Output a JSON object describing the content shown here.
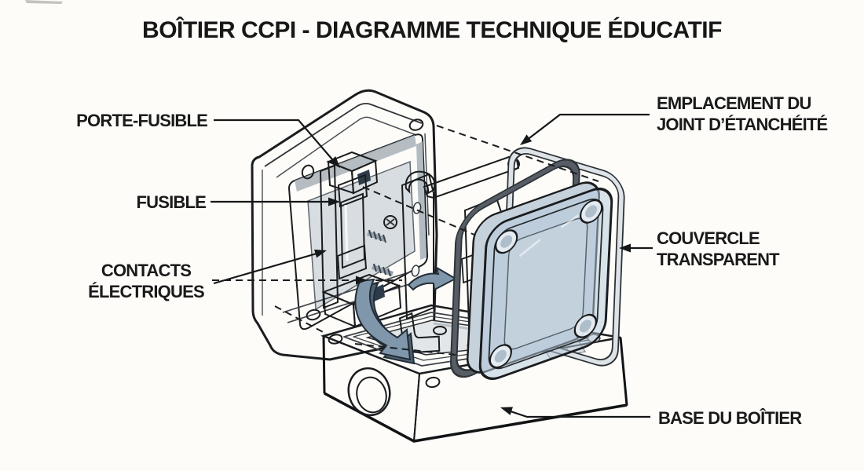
{
  "title": "BOÎTIER CCPI - DIAGRAMME TECHNIQUE ÉDUCATIF",
  "labels": {
    "porte_fusible": "PORTE-FUSIBLE",
    "fusible": "FUSIBLE",
    "contacts_1": "CONTACTS",
    "contacts_2": "ÉLECTRIQUES",
    "joint_1": "EMPLACEMENT DU",
    "joint_2": "JOINT D’ÉTANCHÉITÉ",
    "couvercle_1": "COUVERCLE",
    "couvercle_2": "TRANSPARENT",
    "base": "BASE DU BOÎTIER"
  },
  "colors": {
    "background": "#fdfcf9",
    "outline": "#1a1c1e",
    "box_body": "#e3e7ea",
    "box_recess": "#cbd1d7",
    "fuse_holder": "#4a5c71",
    "fuse_body": "#f1f5f7",
    "assembly_arrows": "#8096aa",
    "gasket": "#565d64",
    "gasket_channel": "#dde3e7",
    "cover_glass": "#b7cadb",
    "base_body": "#e7eaec",
    "label_text": "#1a1a1a"
  }
}
